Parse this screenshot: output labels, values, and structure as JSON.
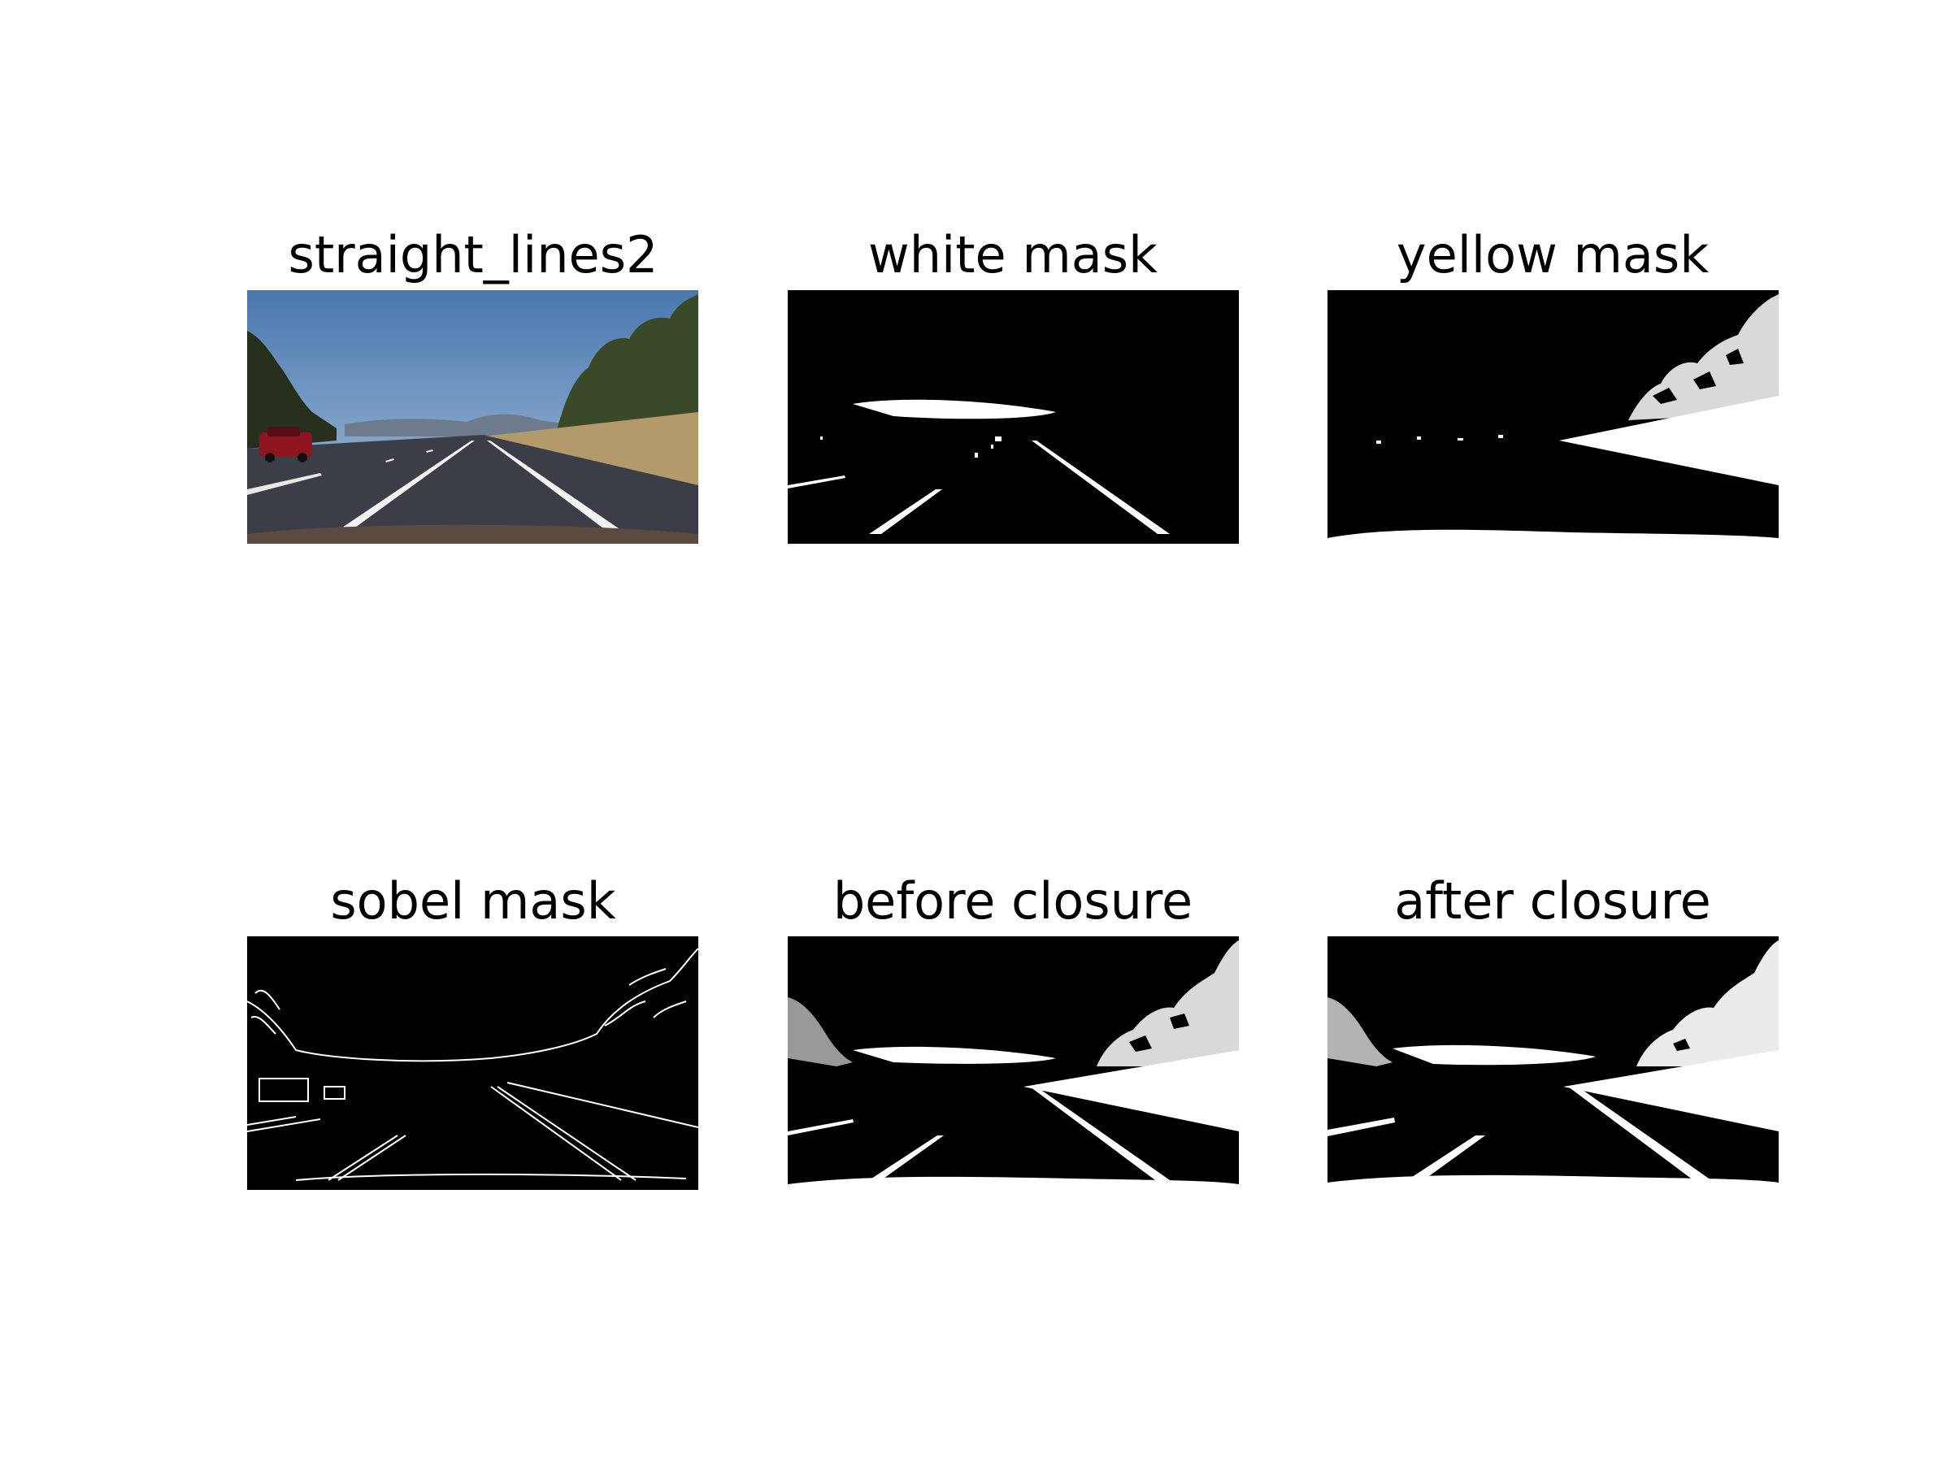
{
  "panels": [
    {
      "title": "straight_lines2"
    },
    {
      "title": "white mask"
    },
    {
      "title": "yellow mask"
    },
    {
      "title": "sobel mask"
    },
    {
      "title": "before closure"
    },
    {
      "title": "after closure"
    }
  ],
  "colors": {
    "background": "#ffffff",
    "mask_black": "#000000",
    "mask_white": "#ffffff",
    "sky_top": "#4f7db3",
    "sky_bottom": "#9dbbd8",
    "road": "#3a3d45",
    "grass": "#b09868",
    "trees": "#2f3a22",
    "car": "#8e1420"
  }
}
